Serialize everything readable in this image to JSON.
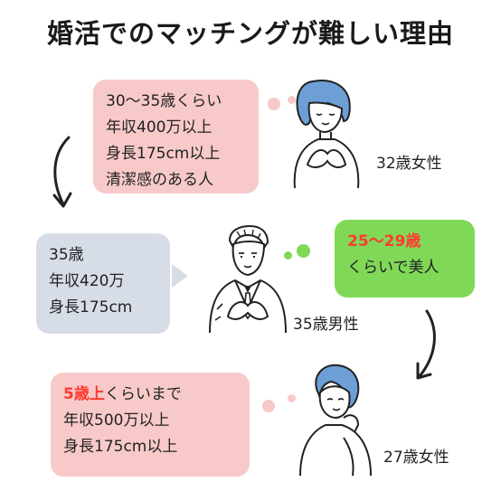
{
  "title": "婚活でのマッチングが難しい理由",
  "woman32": {
    "lines": [
      "30〜35歳くらい",
      "年収400万以上",
      "身長175cm以上",
      "清潔感のある人"
    ],
    "label": "32歳女性"
  },
  "man35": {
    "lines": [
      "35歳",
      "年収420万",
      "身長175cm"
    ],
    "label": "35歳男性",
    "wish_highlight": "25〜29歳",
    "wish_rest": "くらいで美人"
  },
  "woman27": {
    "line1_highlight": "5歳上",
    "line1_rest": "くらいまで",
    "lines": [
      "年収500万以上",
      "身長175cm以上"
    ],
    "label": "27歳女性"
  },
  "colors": {
    "pink_box": "#f8c9c9",
    "blue_box": "#d7dde6",
    "green_box": "#7fd957",
    "highlight_red": "#ff3b2f",
    "hair_blue": "#6d9fd6"
  },
  "icons": [
    "curved-arrow-down-left",
    "arrow-right",
    "curved-arrow-down-right",
    "thought-dots"
  ]
}
